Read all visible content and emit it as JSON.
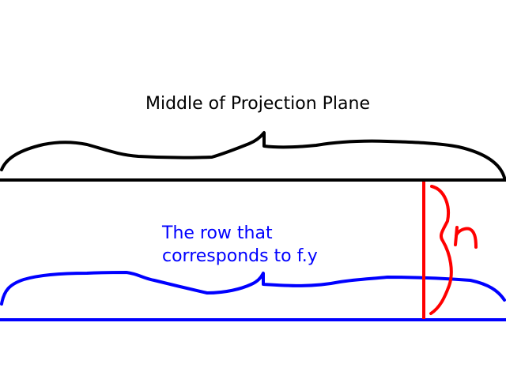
{
  "labels": {
    "middle_plane": "Middle of Projection Plane",
    "row_line1": "The row that",
    "row_line2": "corresponds to f.y",
    "n_symbol": "n"
  },
  "colors": {
    "background": "#ffffff",
    "projection_plane": "#000000",
    "row": "#0000ff",
    "measurement": "#ff0000"
  }
}
